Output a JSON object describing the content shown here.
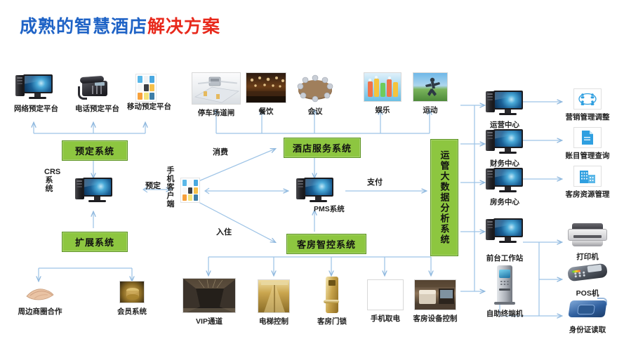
{
  "title": {
    "part1": "成熟的智慧酒店",
    "part2": "解决方案",
    "color_blue": "#1F63C6",
    "color_red": "#E8291C"
  },
  "theme": {
    "green_box_fill": "#8DC640",
    "green_box_border": "#5E9425",
    "connector": "#9DC3E6",
    "caption_color": "#222222"
  },
  "booking_channels": [
    {
      "label": "网络预定平台",
      "icon": "desktop-pc-icon"
    },
    {
      "label": "电话预定平台",
      "icon": "desk-phone-icon"
    },
    {
      "label": "移动预定平台",
      "icon": "mobile-apps-icon"
    }
  ],
  "hotel_services": [
    {
      "label": "停车场道闸",
      "icon": "parking-barrier-photo"
    },
    {
      "label": "餐饮",
      "icon": "restaurant-photo"
    },
    {
      "label": "会议",
      "icon": "meeting-photo"
    },
    {
      "label": "娱乐",
      "icon": "entertainment-photo"
    },
    {
      "label": "运动",
      "icon": "sports-photo"
    }
  ],
  "room_controls": [
    {
      "label": "VIP通道",
      "icon": "vip-corridor-photo"
    },
    {
      "label": "电梯控制",
      "icon": "elevator-photo"
    },
    {
      "label": "客房门锁",
      "icon": "door-lock-icon"
    },
    {
      "label": "手机取电",
      "icon": "power-card-icon"
    },
    {
      "label": "客房设备控制",
      "icon": "guestroom-photo"
    }
  ],
  "green_boxes": {
    "booking_system": "预定系统",
    "extension_system": "扩展系统",
    "hotel_service_system": "酒店服务系统",
    "room_control_system": "客房智控系统",
    "bigdata_system": "运管大数据分析系统"
  },
  "core_nodes": {
    "crs_label": "CRS系统",
    "mobile_client_label": "手机客户端",
    "pms_label": "PMS系统"
  },
  "extension_targets": [
    {
      "label": "周边商圈合作",
      "icon": "handshake-icon"
    },
    {
      "label": "会员系统",
      "icon": "membership-gold-icon"
    }
  ],
  "edge_labels": {
    "booking": "预定",
    "consume": "消费",
    "checkin": "入住",
    "payment": "支付"
  },
  "centers": [
    {
      "label": "运营中心",
      "icon": "desktop-pc-icon",
      "output": {
        "label": "营销管理调整",
        "icon": "network-people-icon"
      }
    },
    {
      "label": "财务中心",
      "icon": "desktop-pc-icon",
      "output": {
        "label": "账目管理查询",
        "icon": "document-icon"
      }
    },
    {
      "label": "房务中心",
      "icon": "desktop-pc-icon",
      "output": {
        "label": "客房资源管理",
        "icon": "building-icon"
      }
    }
  ],
  "front_desk": [
    {
      "label": "前台工作站",
      "icon": "desktop-pc-icon"
    },
    {
      "label": "自助终端机",
      "icon": "kiosk-icon"
    }
  ],
  "peripherals": [
    {
      "label": "打印机",
      "icon": "printer-icon"
    },
    {
      "label": "POS机",
      "icon": "pos-terminal-icon"
    },
    {
      "label": "身份证读取",
      "icon": "id-card-reader-icon"
    }
  ]
}
